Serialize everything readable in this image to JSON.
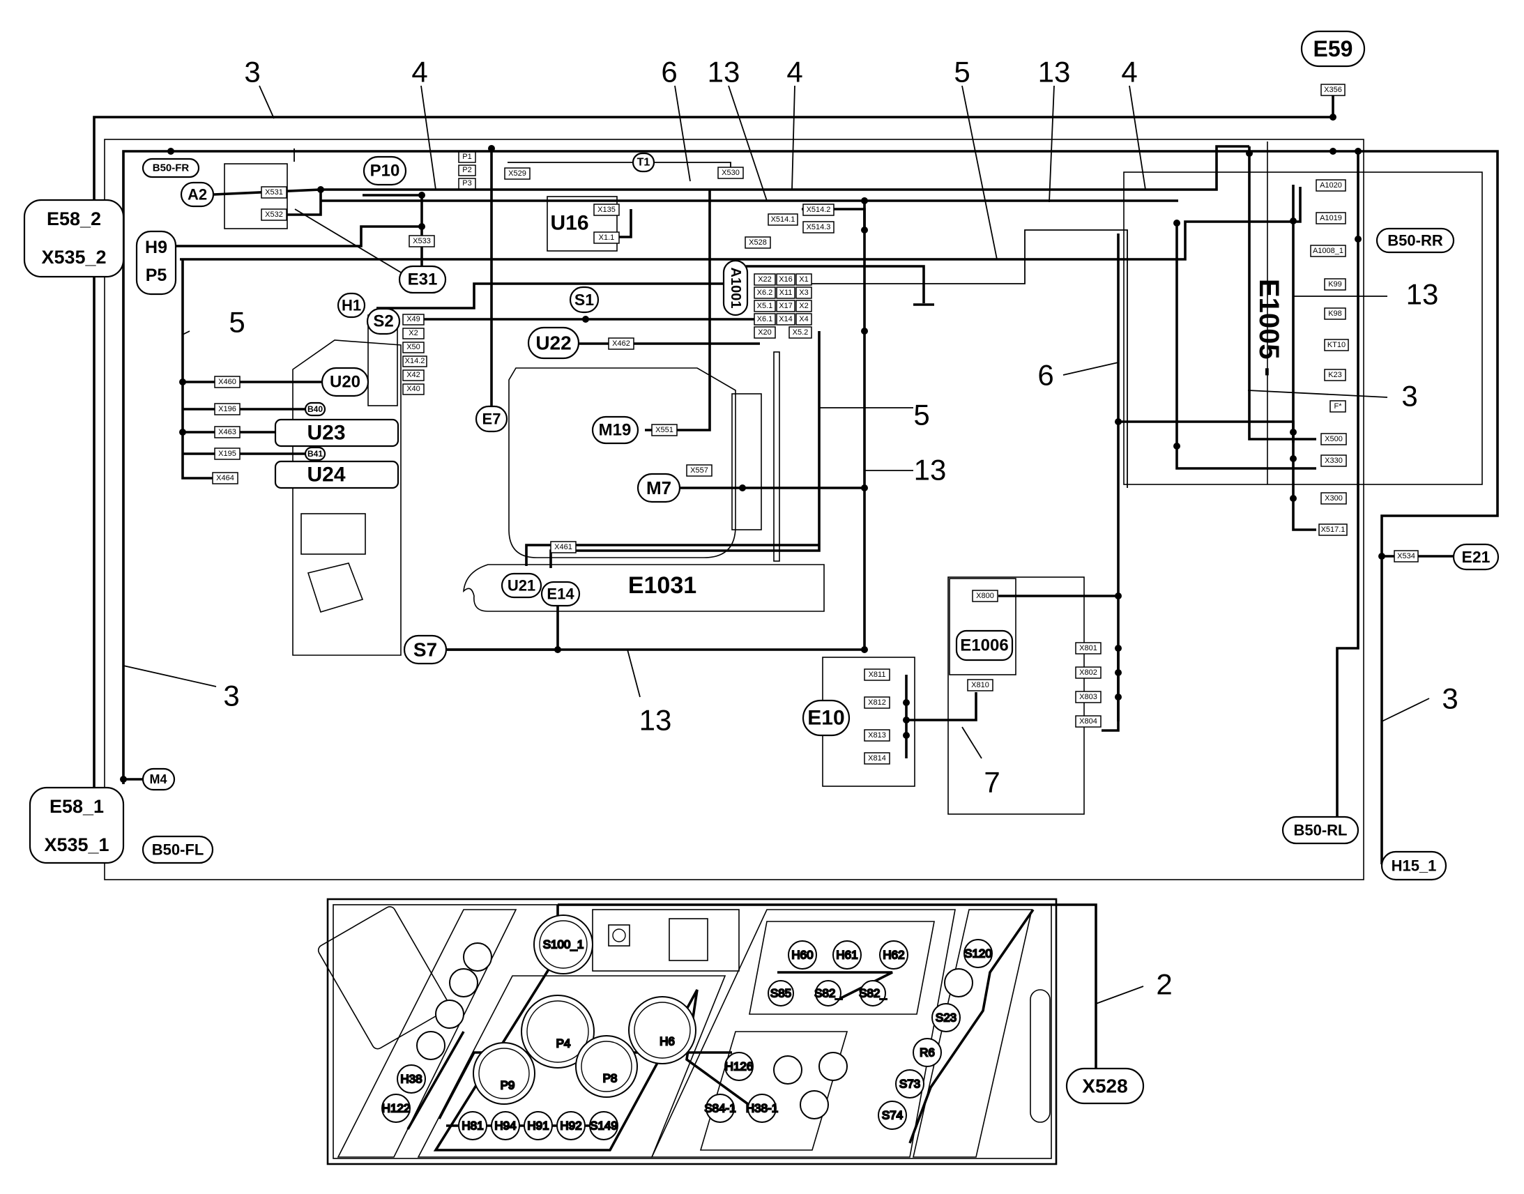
{
  "components": {
    "E59": "E59",
    "B50_FR": "B50-FR",
    "A2": "A2",
    "P10": "P10",
    "E58_2": "E58_2",
    "X535_2": "X535_2",
    "H9": "H9",
    "P5": "P5",
    "E31": "E31",
    "A1001": "A1001",
    "S1": "S1",
    "H1": "H1",
    "S2": "S2",
    "U22": "U22",
    "U20": "U20",
    "U23": "U23",
    "U24": "U24",
    "E7": "E7",
    "M19": "M19",
    "M7": "M7",
    "U16": "U16",
    "T1": "T1",
    "E1005": "E1005 -",
    "B50_RR": "B50-RR",
    "E21": "E21",
    "E1006": "E1006",
    "E10": "E10",
    "S7": "S7",
    "E14": "E14",
    "U21": "U21",
    "E1031": "E1031",
    "M4": "M4",
    "E58_1": "E58_1",
    "X535_1": "X535_1",
    "B50_FL": "B50-FL",
    "B50_RL": "B50-RL",
    "H15_1": "H15_1",
    "X528": "X528",
    "B40": "B40",
    "B41": "B41"
  },
  "connectors": {
    "X531": "X531",
    "X532": "X532",
    "X533": "X533",
    "P1": "P1",
    "P2": "P2",
    "P3": "P3",
    "X529": "X529",
    "X530": "X530",
    "X135": "X135",
    "X1_1": "X1.1",
    "X528": "X528",
    "X514_1": "X514.1",
    "X514_2": "X514.2",
    "X514_3": "X514.3",
    "X22": "X22",
    "X16": "X16",
    "X1": "X1",
    "X6_2": "X6.2",
    "X11": "X11",
    "X3": "X3",
    "X5_1": "X5.1",
    "X17": "X17",
    "X2b": "X2",
    "X6_1": "X6.1",
    "X14": "X14",
    "X4": "X4",
    "X20": "X20",
    "X5_2": "X5.2",
    "X49": "X49",
    "X2": "X2",
    "X50": "X50",
    "X14_2": "X14.2",
    "X42": "X42",
    "X40": "X40",
    "X462": "X462",
    "X460": "X460",
    "X196": "X196",
    "X463": "X463",
    "X195": "X195",
    "X464": "X464",
    "X551": "X551",
    "X557": "X557",
    "X461": "X461",
    "A1020": "A1020",
    "A1019": "A1019",
    "A1008_1": "A1008_1",
    "K99": "K99",
    "K98": "K98",
    "KT10": "KT10",
    "K23": "K23",
    "F": "F*",
    "X500": "X500",
    "X330": "X330",
    "X300": "X300",
    "X517_1": "X517.1",
    "X356": "X356",
    "X534": "X534",
    "X800": "X800",
    "X801": "X801",
    "X802": "X802",
    "X803": "X803",
    "X804": "X804",
    "X810": "X810",
    "X811": "X811",
    "X812": "X812",
    "X813": "X813",
    "X814": "X814"
  },
  "callouts": [
    "3",
    "4",
    "6",
    "13",
    "4",
    "5",
    "13",
    "4",
    "5",
    "13",
    "3",
    "6",
    "5",
    "13",
    "13",
    "3",
    "7",
    "3",
    "2"
  ],
  "panel_gauges": {
    "S100_1": "S100_1",
    "H60": "H60",
    "H61": "H61",
    "H62": "H62",
    "S85": "S85",
    "S82_a": "S82_",
    "S82_b": "S82_",
    "S120": "S120",
    "S23": "S23",
    "R6": "R6",
    "S73": "S73",
    "S74": "S74",
    "P4": "P4",
    "H6": "H6",
    "P9": "P9",
    "P8": "P8",
    "H126": "H126",
    "S84_1": "S84-1",
    "H38_1": "H38-1",
    "H38": "H38",
    "H122": "H122",
    "H81": "H81",
    "H94": "H94",
    "H91": "H91",
    "H92": "H92",
    "S149": "S149"
  }
}
